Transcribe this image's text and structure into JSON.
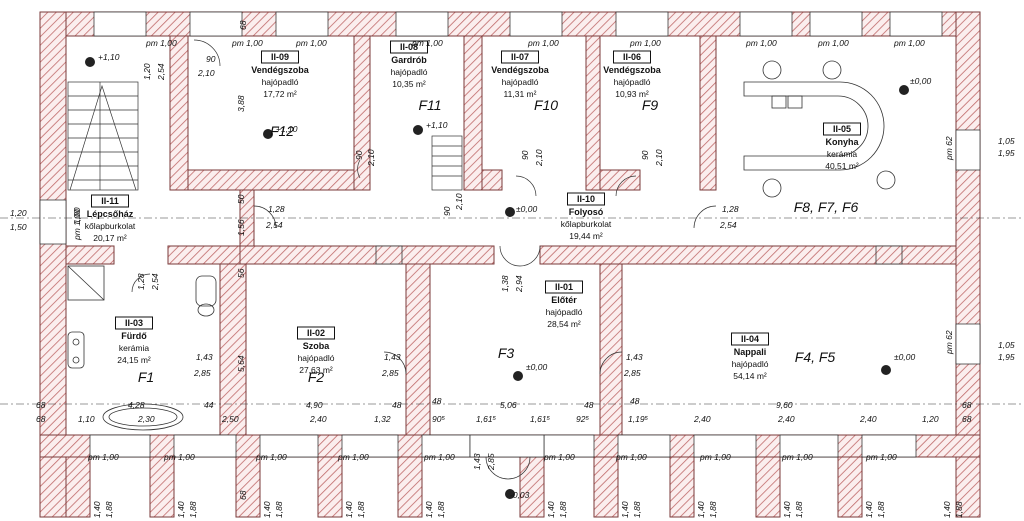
{
  "rooms": [
    {
      "code": "II-09",
      "name": "Vendégszoba",
      "floor": "hajópadló",
      "area": "17,72 m²",
      "label": "F12"
    },
    {
      "code": "II-08",
      "name": "Gardrób",
      "floor": "hajópadló",
      "area": "10,35 m²",
      "label": "F11"
    },
    {
      "code": "II-07",
      "name": "Vendégszoba",
      "floor": "hajópadló",
      "area": "11,31 m²",
      "label": "F10"
    },
    {
      "code": "II-06",
      "name": "Vendégszoba",
      "floor": "hajópadló",
      "area": "10,93 m²",
      "label": "F9"
    },
    {
      "code": "II-05",
      "name": "Konyha",
      "floor": "kerámia",
      "area": "40,51 m²",
      "label": ""
    },
    {
      "code": "II-11",
      "name": "Lépcsőház",
      "floor": "kőlapburkolat",
      "area": "20,17 m²",
      "label": ""
    },
    {
      "code": "II-10",
      "name": "Folyosó",
      "floor": "kőlapburkolat",
      "area": "19,44 m²",
      "label": "F8, F7, F6"
    },
    {
      "code": "II-03",
      "name": "Fürdő",
      "floor": "kerámia",
      "area": "24,15 m²",
      "label": "F1"
    },
    {
      "code": "II-02",
      "name": "Szoba",
      "floor": "hajópadló",
      "area": "27,63 m²",
      "label": "F2"
    },
    {
      "code": "II-01",
      "name": "Előtér",
      "floor": "hajópadló",
      "area": "28,54 m²",
      "label": "F3"
    },
    {
      "code": "II-04",
      "name": "Nappali",
      "floor": "hajópadló",
      "area": "54,14 m²",
      "label": "F4, F5"
    }
  ],
  "levels": {
    "l1": "+1,10",
    "l2": "+1,10",
    "l3": "+1,10",
    "l4": "±0,00",
    "l5": "±0,00",
    "l6": "±0,00",
    "l7": "±0,00",
    "l8": "-0,03"
  },
  "window_labels": {
    "pm": "pm 1,00",
    "pm62": "pm 62"
  },
  "dims": {
    "d_1_20": "1,20",
    "d_1_50": "1,50",
    "d_1_05a": "1,05",
    "d_1_95a": "1,95",
    "d_1_05b": "1,05",
    "d_1_95b": "1,95",
    "d_68a": "68",
    "d_68b": "68",
    "d_68c": "68",
    "d_68d": "68",
    "d_68top": "68",
    "d_68bot": "68",
    "d_1_10": "1,10",
    "d_2_30": "2,30",
    "d_4_28": "4,28",
    "d_44": "44",
    "d_2_50": "2,50",
    "d_4_90": "4,90",
    "d_2_40a": "2,40",
    "d_1_32": "1,32",
    "d_48a": "48",
    "d_48b": "48",
    "d_48c": "48",
    "d_48d": "48",
    "d_90_5": "90⁵",
    "d_1_61a": "1,61⁵",
    "d_5_06": "5,06",
    "d_1_61b": "1,61⁵",
    "d_92_5": "92⁵",
    "d_1_19": "1,19⁵",
    "d_2_40b": "2,40",
    "d_9_60": "9,60",
    "d_2_40c": "2,40",
    "d_2_40d": "2,40",
    "d_1_20b": "1,20",
    "d_90a": "90",
    "d_2_10a": "2,10",
    "d_1_20c": "1,20",
    "d_2_54a": "2,54",
    "d_3_88": "3,88",
    "d_90b": "90",
    "d_2_10b": "2,10",
    "d_90c": "90",
    "d_2_10c": "2,10",
    "d_90d": "90",
    "d_2_10d": "2,10",
    "d_90e": "90",
    "d_2_10e": "2,10",
    "d_50": "50",
    "d_1_56": "1,56",
    "d_1_28a": "1,28",
    "d_2_54b": "2,54",
    "d_1_28b": "1,28",
    "d_2_54c": "2,54",
    "d_1_28c": "1,28",
    "d_2_54d": "2,54",
    "d_1_38": "1,38",
    "d_2_94": "2,94",
    "d_56": "56",
    "d_5_64": "5,64",
    "d_1_43a": "1,43",
    "d_2_85a": "2,85",
    "d_1_43b": "1,43",
    "d_2_85b": "2,85",
    "d_1_43c": "1,43",
    "d_2_85c": "2,85",
    "d_1_43d": "1,43",
    "d_2_85d": "2,85",
    "d_1_00": "1,00",
    "d_1_40": "1,40",
    "d_1_88": "1,88"
  },
  "colors": {
    "wall": "#c06a6a",
    "hatch": "#b85c5c",
    "line": "#222222"
  }
}
